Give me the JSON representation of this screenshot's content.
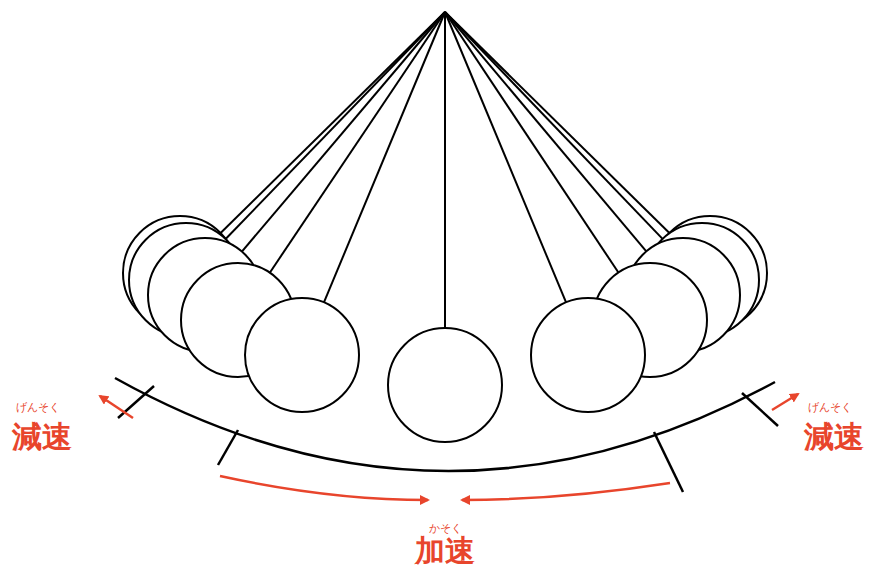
{
  "diagram": {
    "labels": [
      "げんそく",
      "減速",
      "げんそく",
      "減速",
      "かそく",
      "加速"
    ]
  }
}
